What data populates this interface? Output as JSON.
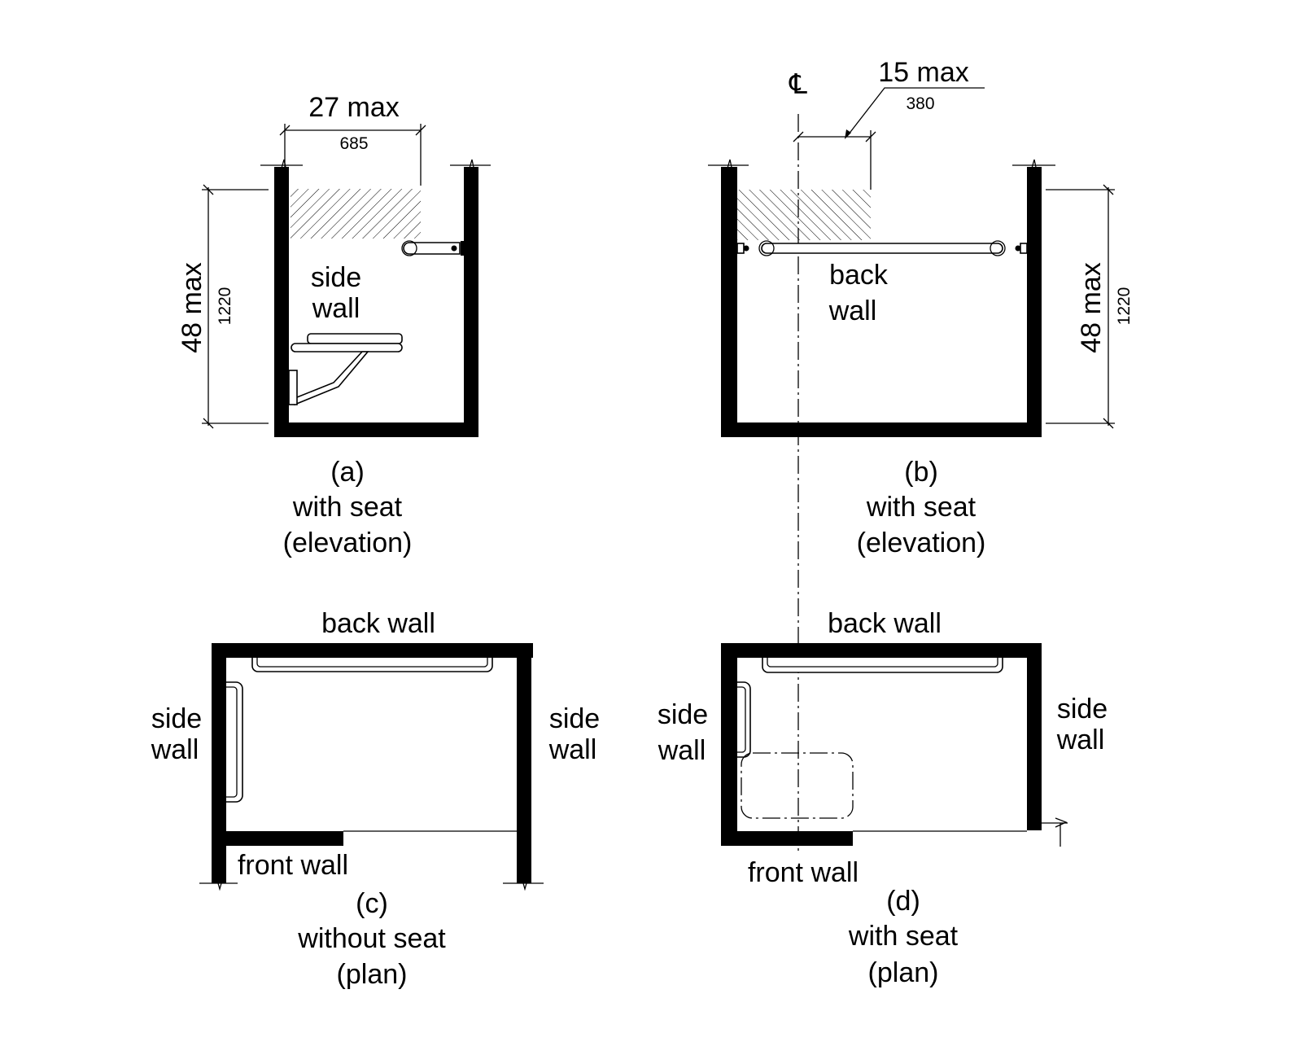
{
  "figure_a": {
    "width_dim": "27 max",
    "width_dim_mm": "685",
    "height_dim": "48 max",
    "height_dim_mm": "1220",
    "wall_label_1": "side",
    "wall_label_2": "wall",
    "caption_letter": "(a)",
    "caption_line1": "with seat",
    "caption_line2": "(elevation)"
  },
  "figure_b": {
    "centerline_symbol": "℄",
    "offset_dim": "15 max",
    "offset_dim_mm": "380",
    "height_dim": "48 max",
    "height_dim_mm": "1220",
    "wall_label_1": "back",
    "wall_label_2": "wall",
    "caption_letter": "(b)",
    "caption_line1": "with seat",
    "caption_line2": "(elevation)"
  },
  "figure_c": {
    "back_wall": "back wall",
    "left_side_1": "side",
    "left_side_2": "wall",
    "right_side_1": "side",
    "right_side_2": "wall",
    "front_wall": "front wall",
    "caption_letter": "(c)",
    "caption_line1": "without seat",
    "caption_line2": "(plan)"
  },
  "figure_d": {
    "back_wall": "back wall",
    "left_side_1": "side",
    "left_side_2": "wall",
    "right_side_1": "side",
    "right_side_2": "wall",
    "front_wall": "front wall",
    "caption_letter": "(d)",
    "caption_line1": "with seat",
    "caption_line2": "(plan)"
  }
}
